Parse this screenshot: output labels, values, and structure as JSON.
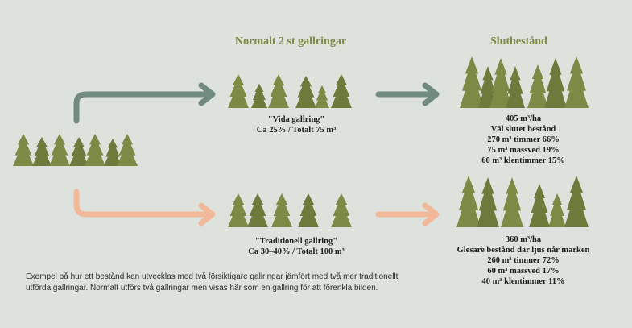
{
  "headers": {
    "normal": "Normalt 2 st gallringar",
    "final": "Slutbestånd"
  },
  "top_thinning": {
    "title": "\"Vida gallring\"",
    "subtitle": "Ca 25% / Totalt 75 m³"
  },
  "bottom_thinning": {
    "title": "\"Traditionell gallring\"",
    "subtitle": "Ca 30–40% / Totalt 100 m³"
  },
  "top_final": {
    "lines": [
      "405 m³/ha",
      "Väl slutet bestånd",
      "270 m³ timmer 66%",
      "75 m³ massved 19%",
      "60 m³ klentimmer 15%"
    ]
  },
  "bottom_final": {
    "lines": [
      "360 m³/ha",
      "Glesare bestånd där ljus når marken",
      "260 m³ timmer 72%",
      "60 m³ massved 17%",
      "40 m³ klentimmer 11%"
    ]
  },
  "caption": {
    "line1": "Exempel på hur ett bestånd kan utvecklas med två försiktigare gallringar jämfört med två mer traditionellt",
    "line2": "utförda gallringar. Normalt utförs två gallringar men visas här som en gallring för att förenkla bilden."
  },
  "colors": {
    "tree": "#7b8a45",
    "tree_dark": "#6d7a3b",
    "top_arrow": "#718b80",
    "bottom_arrow": "#f1b99a",
    "background": "#dde2dc",
    "header_text": "#7b8a45"
  },
  "icons": [
    "tree-icon",
    "arrow-right-icon",
    "curved-arrow-icon"
  ]
}
